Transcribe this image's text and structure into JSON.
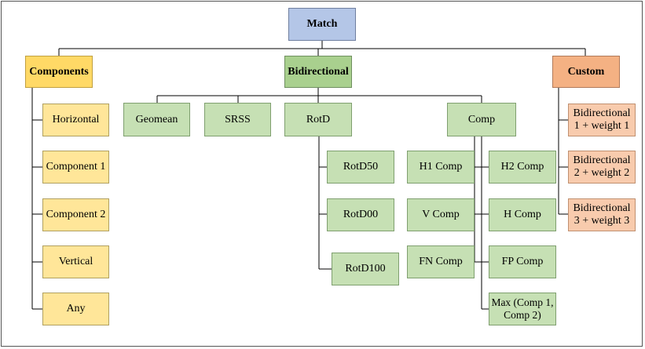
{
  "root": {
    "label": "Match"
  },
  "categories": {
    "components": "Components",
    "bidirectional": "Bidirectional",
    "custom": "Custom"
  },
  "components_items": [
    "Horizontal",
    "Component 1",
    "Component 2",
    "Vertical",
    "Any"
  ],
  "bidirectional_items": [
    "Geomean",
    "SRSS",
    "RotD",
    "Comp"
  ],
  "rotd_items": [
    "RotD50",
    "RotD00",
    "RotD100"
  ],
  "comp_left": [
    "H1 Comp",
    "V Comp",
    "FN Comp"
  ],
  "comp_right": [
    "H2 Comp",
    "H Comp",
    "FP Comp",
    "Max (Comp 1, Comp 2)"
  ],
  "custom_items": [
    "Bidirectional 1 + weight 1",
    "Bidirectional 2 + weight 2",
    "Bidirectional 3 + weight 3"
  ],
  "colors": {
    "root": "#b4c6e7",
    "components_header": "#ffd966",
    "components_items": "#ffe699",
    "bidirectional_header": "#a9d08e",
    "bidirectional_items": "#c6e0b4",
    "custom_header": "#f4b183",
    "custom_items": "#f8cbad"
  }
}
